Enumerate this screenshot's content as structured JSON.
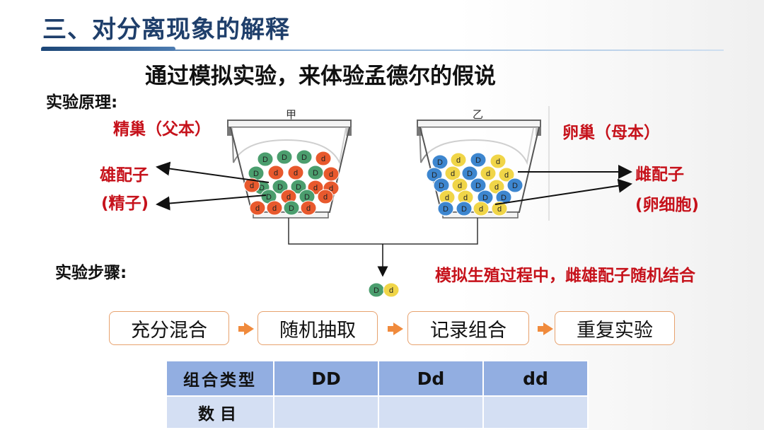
{
  "slide": {
    "title": "三、对分离现象的解释",
    "subtitle": "通过模拟实验，来体验孟德尔的假说",
    "principle_label": "实验原理:",
    "steps_label": "实验步骤:"
  },
  "buckets": {
    "left": {
      "caption": "甲",
      "name": "精巢（父本）",
      "gamete_label": "雄配子",
      "gamete_sub": "(精子)",
      "balls": [
        "D",
        "D",
        "D",
        "d",
        "D",
        "d",
        "d",
        "D",
        "d",
        "D",
        "D",
        "D",
        "d",
        "d",
        "d",
        "D",
        "d",
        "D",
        "d",
        "d",
        "d",
        "D",
        "d"
      ]
    },
    "right": {
      "caption": "乙",
      "name": "卵巢（母本）",
      "gamete_label": "雌配子",
      "gamete_sub": "(卵细胞)",
      "balls": [
        "D",
        "d",
        "D",
        "d",
        "D",
        "d",
        "D",
        "d",
        "d",
        "D",
        "d",
        "D",
        "d",
        "D",
        "d",
        "d",
        "D",
        "D",
        "D",
        "D",
        "d",
        "d"
      ]
    },
    "result_pair": [
      "D",
      "d"
    ],
    "combine_note": "模拟生殖过程中，雌雄配子随机结合"
  },
  "colors": {
    "left_green": "#4b9e6e",
    "left_red": "#e8592d",
    "right_blue": "#3d86cf",
    "right_yellow": "#f0d548",
    "red_text": "#c6121b",
    "title_blue": "#1f3f6b",
    "step_border": "#e7a26e",
    "arrow_orange": "#f08a3c",
    "table_header": "#92aee1",
    "table_body": "#d4dff3"
  },
  "steps": [
    "充分混合",
    "随机抽取",
    "记录组合",
    "重复实验"
  ],
  "table": {
    "headers": [
      "组合类型",
      "DD",
      "Dd",
      "dd"
    ],
    "row_label": "数目",
    "values": [
      "",
      "",
      ""
    ]
  }
}
